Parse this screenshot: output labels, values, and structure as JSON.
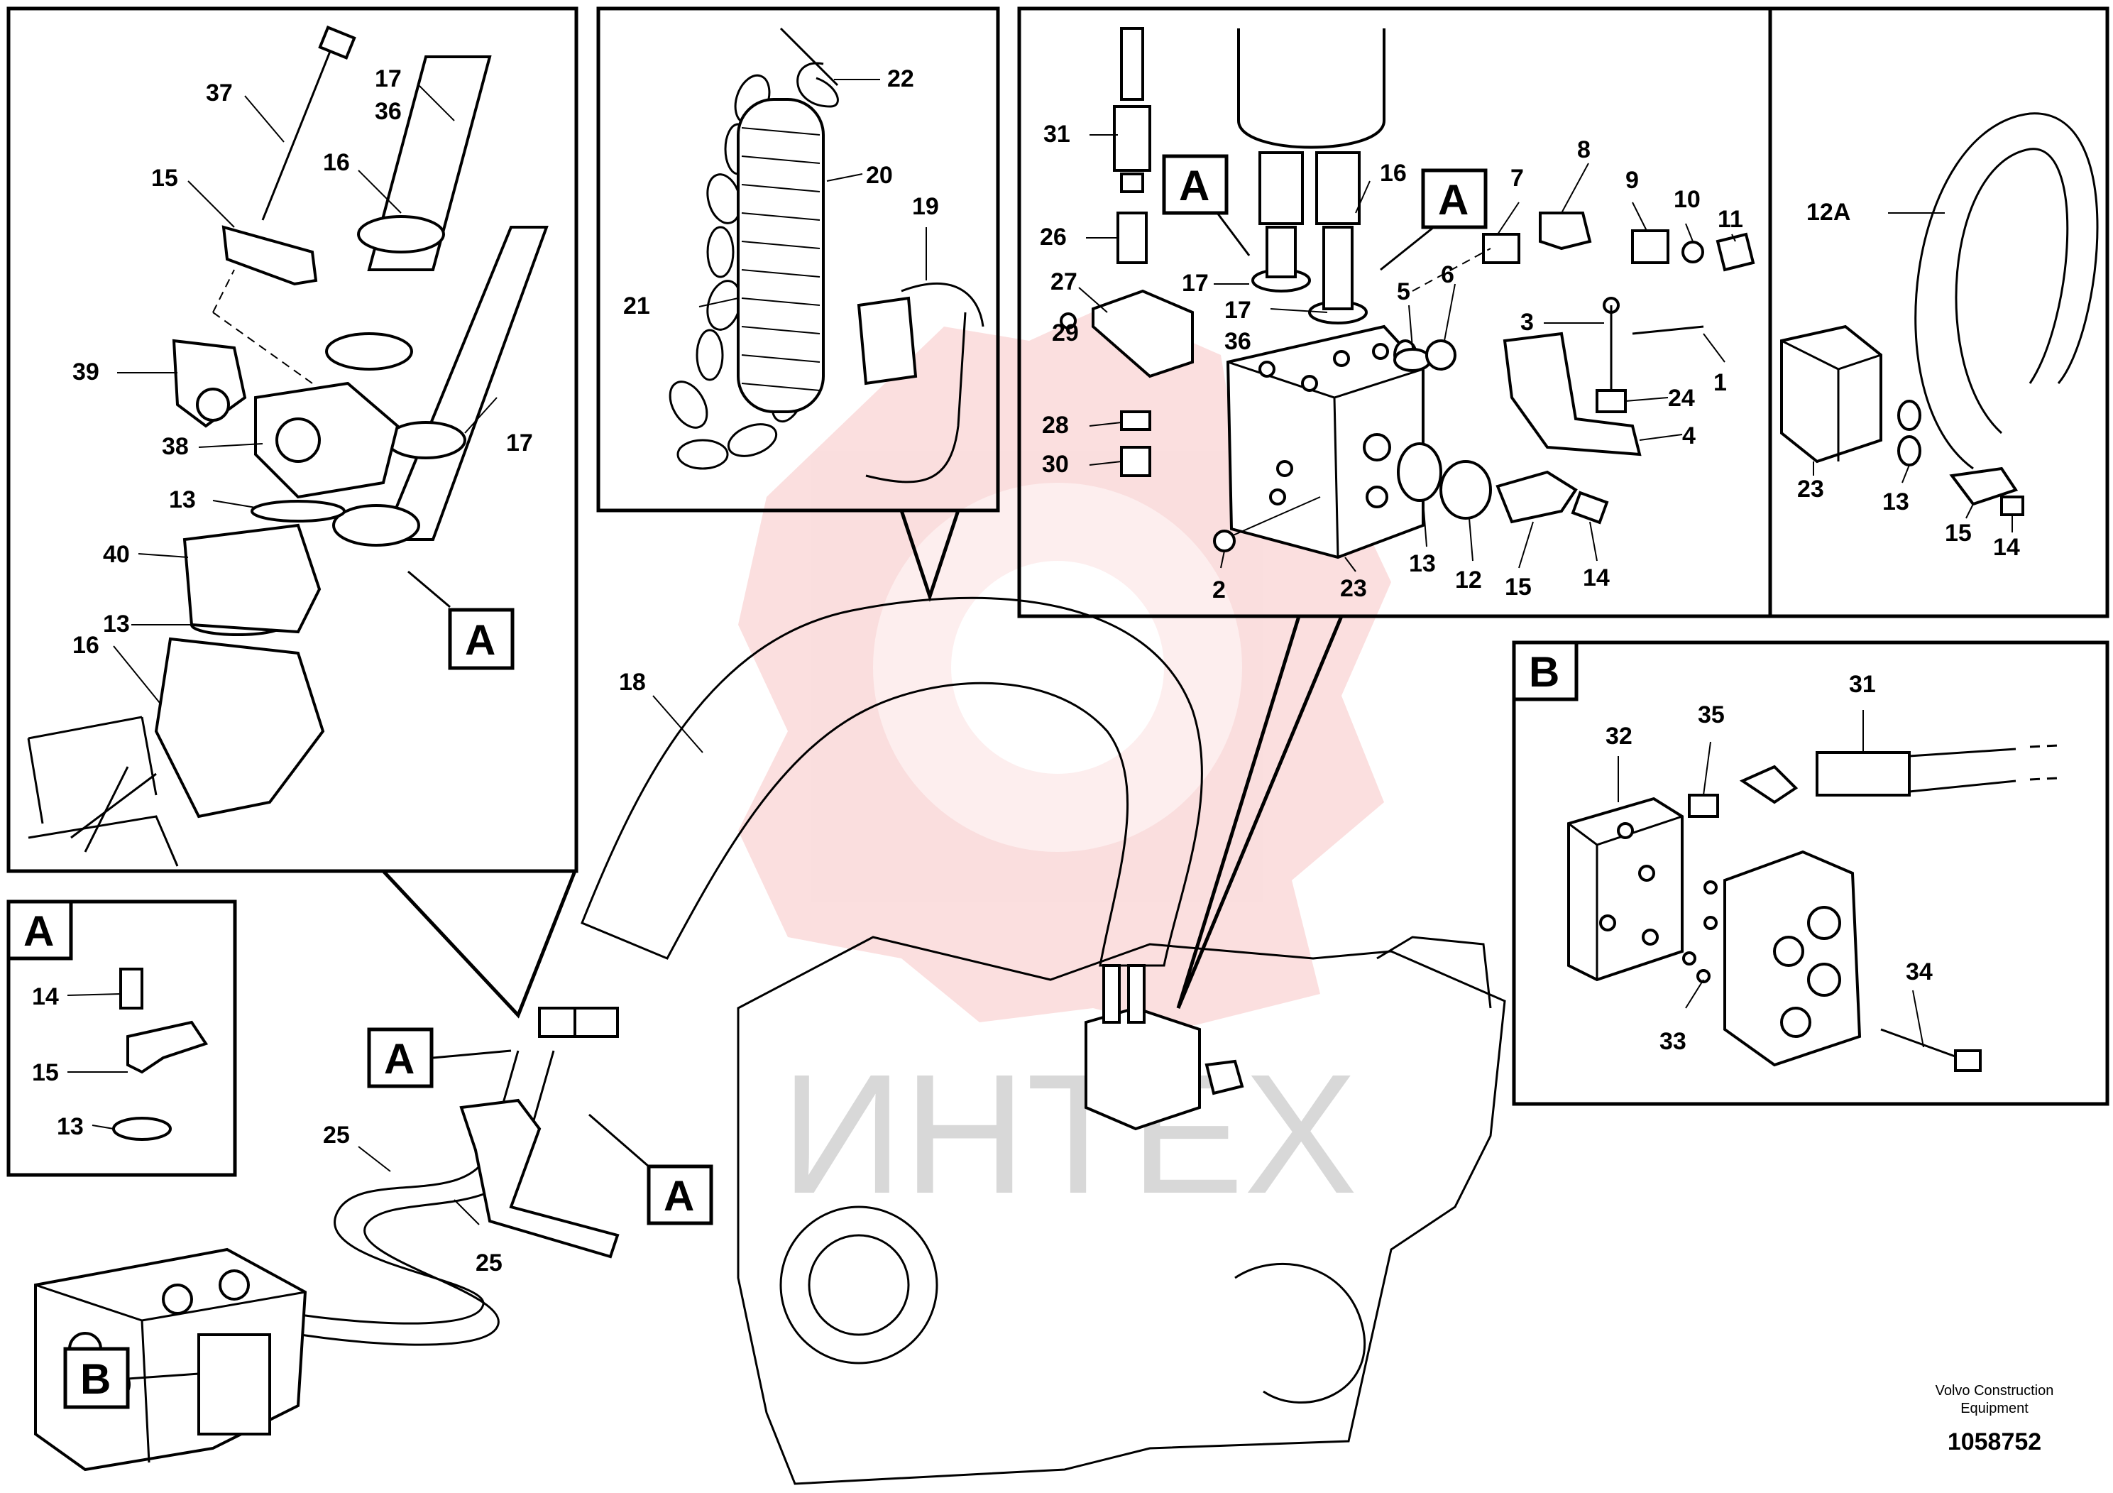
{
  "callouts": {
    "tl": [
      "37",
      "15",
      "17",
      "36",
      "16",
      "17",
      "39",
      "38",
      "13",
      "40",
      "13",
      "16"
    ],
    "mid": [
      "22",
      "20",
      "19",
      "21"
    ],
    "valve": [
      "31",
      "26",
      "27",
      "29",
      "28",
      "30",
      "17",
      "17",
      "36",
      "16",
      "7",
      "8",
      "9",
      "10",
      "11",
      "5",
      "6",
      "3",
      "1",
      "24",
      "4",
      "2",
      "13",
      "12",
      "15",
      "14",
      "23"
    ],
    "hose": [
      "12A",
      "23",
      "13",
      "15",
      "14"
    ],
    "b_detail": [
      "32",
      "35",
      "31",
      "33",
      "34"
    ],
    "a_detail": [
      "14",
      "15",
      "13"
    ],
    "main": [
      "18",
      "25",
      "25"
    ]
  },
  "markers": {
    "a": "A",
    "b": "B"
  },
  "watermark": "ИНТЕХ",
  "footer": {
    "company": "Volvo Construction",
    "company2": "Equipment",
    "ref": "1058752"
  }
}
